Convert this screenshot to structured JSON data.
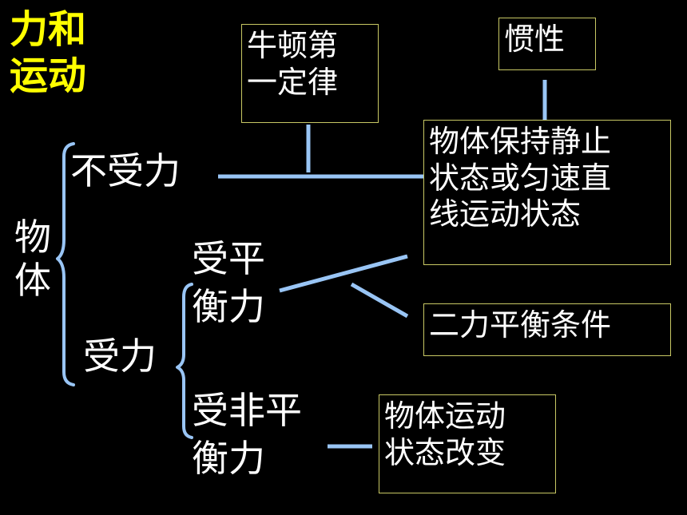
{
  "title": {
    "line1": "力和",
    "line2": "运动"
  },
  "root": {
    "line1": "物",
    "line2": "体"
  },
  "branch_no_force": "不受力",
  "branch_force": "受力",
  "balanced": {
    "line1": "受平",
    "line2": "衡力"
  },
  "unbalanced": {
    "line1": "受非平",
    "line2": "衡力"
  },
  "boxes": {
    "newton": {
      "line1": "牛顿第",
      "line2": "一定律"
    },
    "inertia": "惯性",
    "state": {
      "line1": "物体保持静止",
      "line2": "状态或匀速直",
      "line3": "线运动状态"
    },
    "two_force": "二力平衡条件",
    "motion_change": {
      "line1": "物体运动",
      "line2": "状态改变"
    }
  },
  "colors": {
    "background": "#000000",
    "title": "#ffff00",
    "text": "#ffffff",
    "connector": "#99c5f5",
    "box_border": "#c8c864"
  }
}
